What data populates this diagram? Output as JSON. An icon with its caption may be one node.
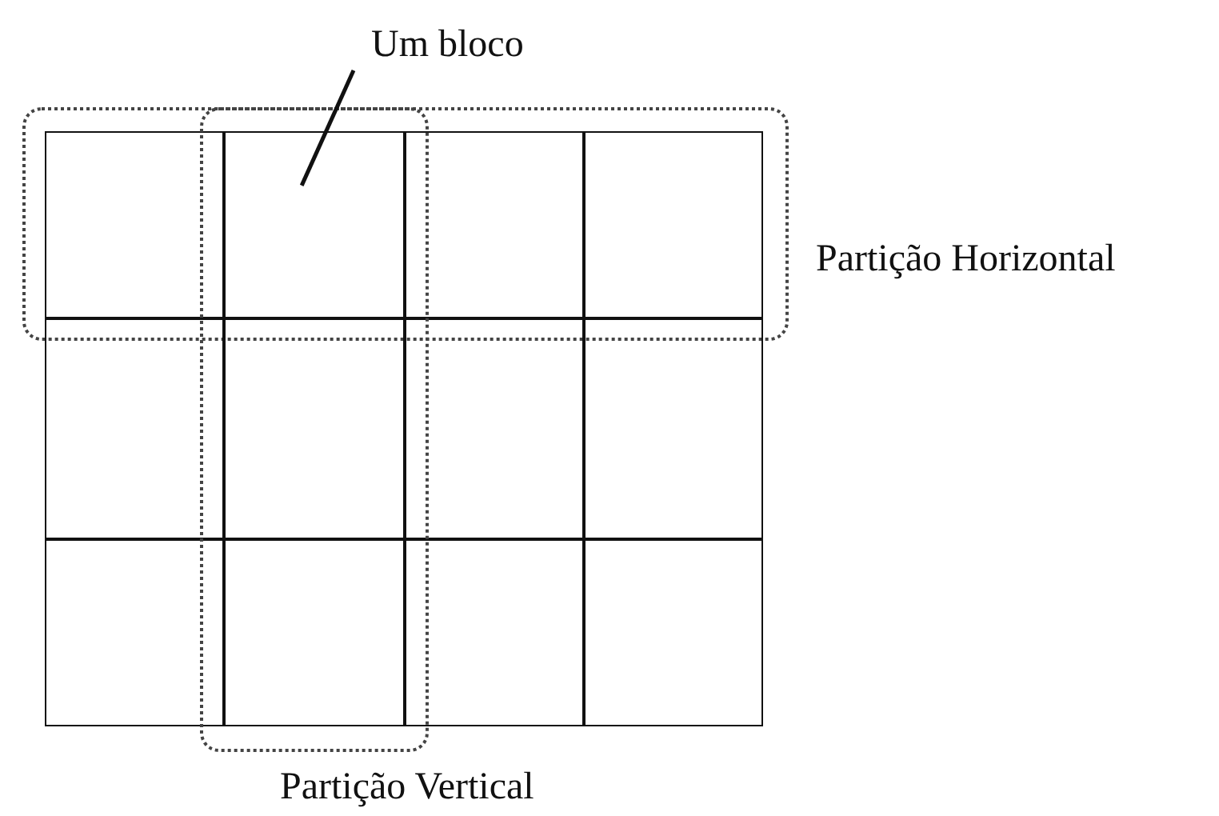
{
  "diagram": {
    "nodes": [
      {
        "text": [
          "Um bloco"
        ]
      },
      {
        "text": [
          "Partição Horizontal"
        ]
      },
      {
        "text": [],
        "shape": "box",
        "in": 1
      },
      {
        "text": [],
        "shape": "box"
      },
      {
        "text": [],
        "shape": "box",
        "in": 1
      },
      {
        "text": [],
        "shape": "box",
        "in": 1
      },
      {
        "text": [],
        "shape": "box"
      },
      {
        "text": [],
        "shape": "box",
        "in": 14
      },
      {
        "text": [],
        "shape": "box"
      },
      {
        "text": [],
        "shape": "box"
      },
      {
        "text": [],
        "shape": "box"
      },
      {
        "text": [],
        "shape": "box",
        "in": 14
      },
      {
        "text": [],
        "shape": "box"
      },
      {
        "text": [],
        "shape": "box"
      },
      {
        "text": [
          "Partição Vertical"
        ]
      }
    ],
    "edges": [
      {
        "from": 0,
        "to": 3,
        "arrow": "none"
      }
    ]
  }
}
